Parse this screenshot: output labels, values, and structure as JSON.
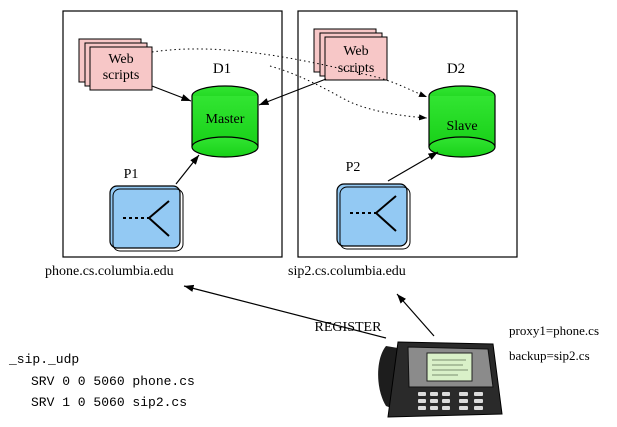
{
  "diagram": {
    "hosts": [
      {
        "hostname": "phone.cs.columbia.edu",
        "database": {
          "label": "D1",
          "role": "Master"
        },
        "proxy": {
          "label": "P1"
        },
        "scripts": {
          "line1": "Web",
          "line2": "scripts"
        }
      },
      {
        "hostname": "sip2.cs.columbia.edu",
        "database": {
          "label": "D2",
          "role": "Slave"
        },
        "proxy": {
          "label": "P2"
        },
        "scripts": {
          "line1": "Web",
          "line2": "scripts"
        }
      }
    ],
    "register_label": "REGISTER",
    "phone_config": {
      "proxy1": "proxy1=phone.cs",
      "backup": "backup=sip2.cs"
    },
    "dns_records": {
      "name": "_sip._udp",
      "records": [
        "SRV 0 0 5060 phone.cs",
        "SRV 1 0 5060 sip2.cs"
      ]
    },
    "colors": {
      "database_fill": "#22dd22",
      "scripts_fill": "#f7c7c7",
      "proxy_fill": "#93c9f3",
      "phone_screen": "#d9f0c8"
    }
  }
}
